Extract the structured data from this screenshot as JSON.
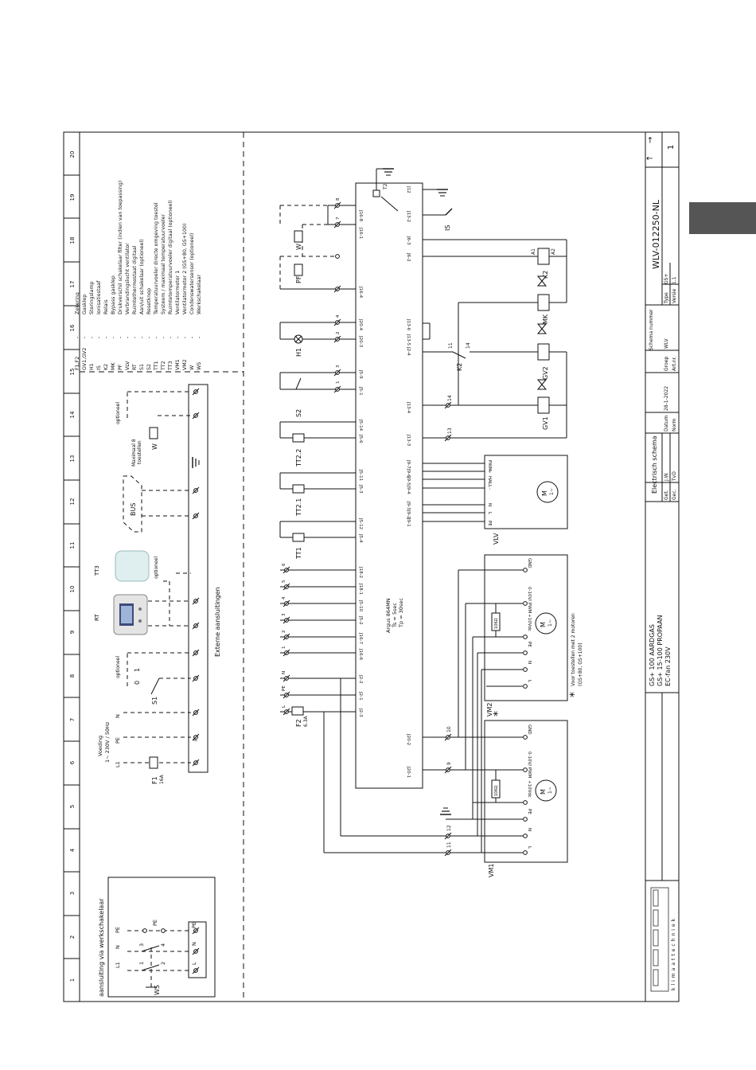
{
  "frame": {
    "column_numbers": [
      "1",
      "2",
      "3",
      "4",
      "5",
      "6",
      "7",
      "8",
      "9",
      "10",
      "11",
      "12",
      "13",
      "14",
      "15",
      "16",
      "17",
      "18",
      "19",
      "20"
    ]
  },
  "legend": [
    {
      "code": "F1,F2",
      "desc": "Zekering"
    },
    {
      "code": "GV1,GV2",
      "desc": "Gasklep"
    },
    {
      "code": "H1",
      "desc": "Storingslamp"
    },
    {
      "code": "IS",
      "desc": "Ionisatiestaaf"
    },
    {
      "code": "K2",
      "desc": "Relais"
    },
    {
      "code": "MK",
      "desc": "Bypass gasklep"
    },
    {
      "code": "PF",
      "desc": "Drukverschil schakelaar filter (indien van toepassing)"
    },
    {
      "code": "VLV",
      "desc": "Verbrandingslucht ventilator"
    },
    {
      "code": "RT",
      "desc": "Ruimtethermostaat digitaal"
    },
    {
      "code": "S1",
      "desc": "Aan/uit schakelaar (optioneel)"
    },
    {
      "code": "S2",
      "desc": "Resetknop"
    },
    {
      "code": "TT1",
      "desc": "Temperatuurvoeler directe omgeving toestel"
    },
    {
      "code": "TT2",
      "desc": "Systeem / maximaal temperatuurvoeler"
    },
    {
      "code": "TT3",
      "desc": "Ruimtetemperatuurvoeler digitaal (optioneel)"
    },
    {
      "code": "VM1",
      "desc": "Ventilatormotor 1"
    },
    {
      "code": "VM2",
      "desc": "Ventilatormotor 2 (GS+80, GS+100)"
    },
    {
      "code": "W",
      "desc": "Condenswatersensor (optioneel)"
    },
    {
      "code": "WS",
      "desc": "Werkschakelaar"
    }
  ],
  "labels": {
    "werkschakelaar_title": "aansluiting via werkschakelaar",
    "ws_l1": "L1",
    "ws_n": "N",
    "ws_pe": "PE",
    "ws_pe2": "PE",
    "ws_1": "1",
    "ws_2": "2",
    "ws_3": "3",
    "ws_4": "4",
    "ws_name": "WS",
    "ws_t_pe": "PE",
    "ws_t_n": "N",
    "ws_t_l": "L",
    "voeding_1": "Voeding",
    "voeding_2": "1~ 230V / 50Hz",
    "v_l1": "L1",
    "v_pe": "PE",
    "v_n": "N",
    "f1": "F1",
    "f1_val": "16A",
    "s1": "S1",
    "s1_0": "0",
    "s1_1": "1",
    "optioneel_1": "optioneel",
    "optioneel_2": "optioneel",
    "optioneel_3": "optioneel",
    "rt": "RT",
    "tt3": "TT3",
    "bus": "BUS",
    "max8_1": "Maximaal 8",
    "max8_2": "toestellen",
    "w_top": "W",
    "externe": "Externe aansluitingen",
    "t_l": "L",
    "t_pe": "PE",
    "t_n": "N",
    "t_1": "1",
    "t_2": "2",
    "t_3": "3",
    "t_4": "4",
    "t_5": "5",
    "t_6": "6",
    "t_7": "7",
    "t_8": "8",
    "f2": "F2",
    "f2_val": "6.3A",
    "tt1": "TT1",
    "tt21": "TT2.1",
    "tt22": "TT2.2",
    "s2": "S2",
    "h1": "H1",
    "pf": "PF",
    "w_mid": "W",
    "is": "IS",
    "gv1": "GV1",
    "gv2": "GV2",
    "mk": "MK",
    "k2": "K2",
    "k2_coil": "K2",
    "a1": "A1",
    "a2": "A2",
    "k2_11": "11",
    "k2_14": "14",
    "t2": "T2",
    "ctrl_1": "Argus 864MN",
    "ctrl_2": "Ts = 5sec",
    "ctrl_3": "Tp = 30sec",
    "vlv": "VLV",
    "vlv_pe": "PE",
    "vlv_l": "L",
    "vlv_n": "N",
    "vlv_minus": "-",
    "vlv_hall": "HALL",
    "vlv_plus": "+",
    "vlv_pwm": "PWM",
    "m_label": "M",
    "m_sub": "1~",
    "vm1": "VM1",
    "vm2": "VM2",
    "res_label": "10KΩ",
    "vm_l": "L",
    "vm_n": "N",
    "vm_pe": "PE",
    "vm_10v": "+10Vdc",
    "vm_pwm": "0-10V/ PWM",
    "vm_gnd": "GND",
    "star": "*",
    "note_1": "Voor toestellen met 2 motoren",
    "note_2": "(GS+80, GS+100)",
    "num_9": "9",
    "num_10": "10",
    "num_11": "11",
    "num_12": "12",
    "num_13": "13",
    "num_14": "14"
  },
  "connector_labels": {
    "j16_8": "J16-8",
    "j16_1": "J16-1",
    "j16_4": "J16-4",
    "j16_7": "J16-7",
    "j16_6": "J16-6",
    "j20_4": "J20-4",
    "j20_3": "J20-3",
    "j20_2": "J20-2",
    "j20_1": "J20-1",
    "j5_9": "J5-9",
    "j5_1": "J5-1",
    "j5_14": "J5-14",
    "j5_6": "J5-6",
    "j5_11": "J5-11",
    "j5_3": "J5-3",
    "j5_12": "J5-12",
    "j5_4": "J5-4",
    "j5_10": "J5-10",
    "j5_2": "J5-2",
    "j18_2": "J18-2",
    "j18_1": "J18-1",
    "j2_2": "J2-2",
    "j2_1": "J2-1",
    "j2_3": "J2-3",
    "j2_4": "J2-4",
    "j12": "J12",
    "j13_2": "J13-2",
    "j13_6": "J13-6",
    "j13_5": "J13-5",
    "j13_4": "J13-4",
    "j13_3": "J13-3",
    "j6_3": "J6-3",
    "j6_2": "J6-2",
    "j9_7": "J9-7",
    "j9_6": "J9-6",
    "j9_5": "J9-5",
    "j9_4": "J9-4",
    "j9_3": "J9-3",
    "j9_2": "J9-2",
    "j9_1": "J9-1"
  },
  "title_block": {
    "desc_1": "GS+ 100 AARDGAS",
    "desc_2": "GS+ 15-100 PROPAAN",
    "desc_3": "EC-fan 230V",
    "doc_title": "Electrisch schema",
    "schema_label": "Schema nummer",
    "schema_number": "WLV-012250-NL",
    "get_label": "Get.",
    "get_val": "J.W.",
    "gec_label": "Gec.",
    "gec_val": "TvD",
    "datum_label": "Datum",
    "datum_val": "28-1-2022",
    "norm_label": "Norm",
    "groep_label": "Groep",
    "groep_val": "WLV",
    "artnr_label": "Art.nr.",
    "type_label": "Type",
    "type_val": "GS+",
    "versie_label": "Versie",
    "versie_val": "1.1",
    "page": "1",
    "arrow_l": "←",
    "arrow_r": "→",
    "logo": "klimaattechniek"
  },
  "colors": {
    "ink": "#111111",
    "tab": "#555555"
  }
}
